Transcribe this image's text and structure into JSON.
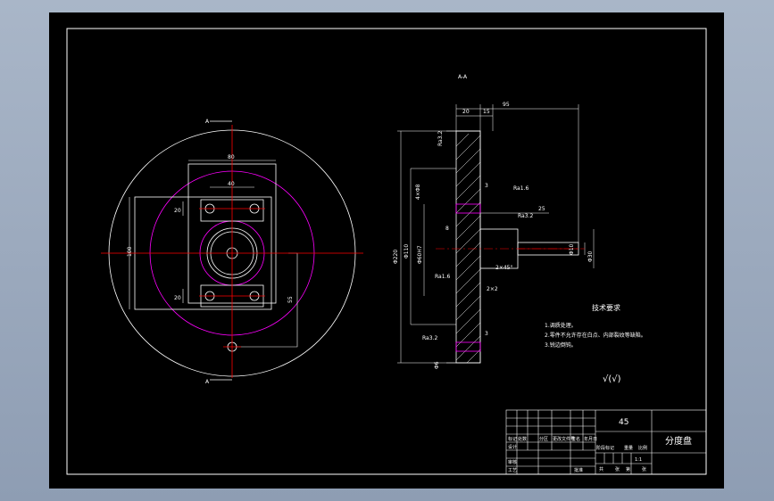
{
  "colors": {
    "background": "#000000",
    "line": "#ffffff",
    "centerline": "#ff0000",
    "hidden": "#ff00ff",
    "frame_outer": "#a9b6c8"
  },
  "front_view": {
    "section_mark_top": "A",
    "section_mark_bottom": "A",
    "dim_80": "80",
    "dim_40": "40",
    "dim_20_top": "20",
    "dim_20_bottom": "20",
    "dim_100": "100",
    "dim_55": "55"
  },
  "section_view": {
    "title": "A-A",
    "dim_95": "95",
    "dim_20": "20",
    "dim_15": "15",
    "dim_25": "25",
    "dim_3_upper": "3",
    "dim_3_lower": "3",
    "dim_8": "8",
    "dim_phi_outer": "Φ220",
    "dim_phi_bore": "Φ110",
    "dim_phi_h7": "Φ60H7",
    "dim_phi_rod": "Φ10",
    "dim_phi_hub": "Φ30",
    "dim_chamfer": "2×45°",
    "dim_2x2": "2×2",
    "dim_40": "4×Φ8",
    "dim_sub_phi": "Φ6",
    "roughness_a": "Ra3.2",
    "roughness_b": "Ra1.6",
    "roughness_c": "Ra3.2",
    "roughness_d": "Ra1.6",
    "roughness_e": "Ra3.2"
  },
  "notes": {
    "heading": "技术要求",
    "items": [
      "1.调质处理。",
      "2.零件不允许存在白点、内部裂纹等缺陷。",
      "3.锐边倒钝。"
    ],
    "roughness_symbol": "√(√)"
  },
  "title_block": {
    "material": "45",
    "part_name": "分度盘",
    "row_labels": [
      "标记",
      "设计",
      "审核",
      "工艺"
    ],
    "cols": [
      "处数",
      "分区",
      "更改文件号",
      "签名",
      "年月日"
    ],
    "stage_labels": [
      "阶段标记",
      "重量",
      "比例"
    ],
    "scale": "1:1",
    "sheet_labels": [
      "共",
      "张",
      "第",
      "张"
    ],
    "approve": "批准"
  }
}
